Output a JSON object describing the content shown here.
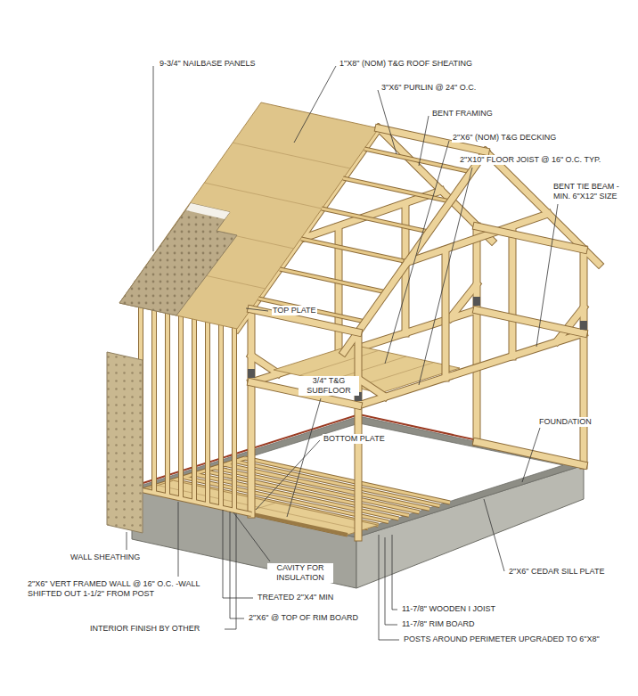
{
  "diagram": {
    "labels": [
      "9-3/4\" NAILBASE PANELS",
      "1\"X8\" (NOM) T&G ROOF SHEATING",
      "3\"X6\" PURLIN @ 24\" O.C.",
      "BENT FRAMING",
      "2\"X6\" (NOM) T&G DECKING",
      "2\"X10\" FLOOR JOIST @ 16\" O.C. TYP.",
      "BENT TIE BEAM -MIN. 6\"X12\" SIZE",
      "TOP PLATE",
      "3/4\" T&G SUBFLOOR",
      "BOTTOM PLATE",
      "FOUNDATION",
      "WALL SHEATHING",
      "2\"X6\" VERT FRAMED WALL @ 16\" O.C. -WALL SHIFTED OUT 1-1/2\" FROM POST",
      "CAVITY FOR INSULATION",
      "2\"X6\" CEDAR SILL PLATE",
      "TREATED 2\"X4\" MIN",
      "11-7/8\" WOODEN I JOIST",
      "INTERIOR FINISH BY OTHER",
      "2\"X6\" @ TOP OF RIM BOARD",
      "11-7/8\" RIM BOARD",
      "POSTS AROUND PERIMETER UPGRADED TO 6\"X8\""
    ]
  }
}
